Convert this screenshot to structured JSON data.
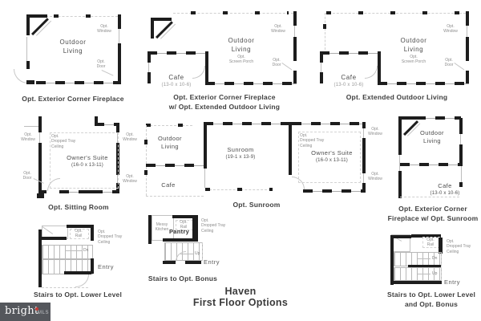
{
  "title": {
    "line1": "Haven",
    "line2": "First Floor Options"
  },
  "logo": {
    "brand": "bright",
    "sub": "MLS"
  },
  "colors": {
    "wall": "#1d1d1d",
    "caption_text": "#3f3f3f",
    "logo_bg": "#54575c",
    "logo_accent": "#c23a35"
  },
  "labels": {
    "outdoor_living": "Outdoor\nLiving",
    "opt_screen_porch": "Opt.\nScreen Porch",
    "cafe": "Cafe",
    "cafe_dim": "(13-0 x 10-6)",
    "sunroom": "Sunroom",
    "sunroom_dim": "(19-1 x 13-9)",
    "owners_suite": "Owner's Suite",
    "owners_suite_dim": "(16-0 x 13-11)",
    "opt_window": "Opt.\nWindow",
    "opt_door": "Opt.\nDoor",
    "opt_tray_ceiling": "Opt.\nDropped Tray Ceiling",
    "opt_rail": "Opt.\nRail",
    "pantry": "Pantry",
    "messy_kitchen": "Messy\nKitchen",
    "entry": "Entry",
    "dn": "Dn",
    "up": "Up"
  },
  "captions": {
    "a": "Opt. Exterior Corner Fireplace",
    "b1": "Opt. Exterior Corner Fireplace",
    "b2": "w/ Opt. Extended Outdoor Living",
    "c": "Opt. Extended Outdoor Living",
    "d": "Opt. Sitting Room",
    "e": "Opt. Sunroom",
    "f1": "Opt. Exterior Corner",
    "f2": "Fireplace w/ Opt. Sunroom",
    "g": "Stairs to Opt. Lower Level",
    "h": "Stairs to Opt. Bonus",
    "i1": "Stairs to Opt. Lower Level",
    "i2": "and Opt. Bonus"
  }
}
